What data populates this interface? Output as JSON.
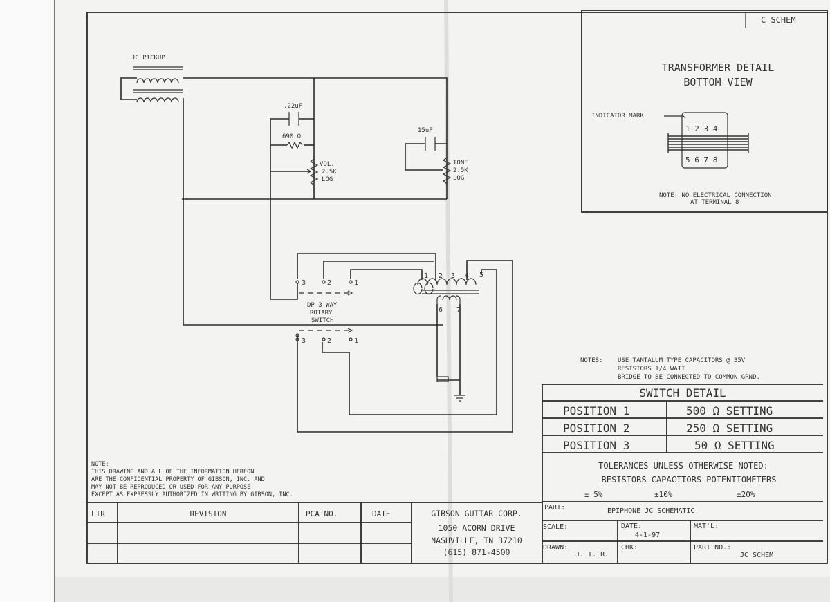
{
  "corner_label": "C SCHEM",
  "pickup": {
    "label": "JC PICKUP"
  },
  "components": {
    "cap1": ".22uF",
    "res1": "690 Ω",
    "vol": [
      "VOL.",
      "2.5K",
      "LOG"
    ],
    "cap2": "15uF",
    "tone": [
      "TONE",
      "2.5K",
      "LOG"
    ]
  },
  "switch": {
    "label": [
      "DP 3 WAY",
      "ROTARY",
      "SWITCH"
    ],
    "upper_terminals": [
      "3",
      "2",
      "1"
    ],
    "lower_terminals": [
      "3",
      "2",
      "1"
    ]
  },
  "transformer_terminals": [
    "1",
    "2",
    "3",
    "4",
    "5",
    "6",
    "7"
  ],
  "transformer_detail": {
    "title": [
      "TRANSFORMER DETAIL",
      "BOTTOM VIEW"
    ],
    "indicator": "INDICATOR MARK",
    "top_pins": "1 2 3 4",
    "bottom_pins": "5 6 7 8",
    "note": [
      "NOTE: NO ELECTRICAL CONNECTION",
      "AT TERMINAL 8"
    ]
  },
  "notes": {
    "label": "NOTES:",
    "lines": [
      "USE TANTALUM TYPE CAPACITORS @ 35V",
      "RESISTORS 1/4 WATT",
      "BRIDGE TO BE CONNECTED TO COMMON GRND."
    ]
  },
  "switch_detail": {
    "title": "SWITCH DETAIL",
    "rows": [
      {
        "position": "POSITION 1",
        "setting": "500 Ω SETTING"
      },
      {
        "position": "POSITION 2",
        "setting": "250 Ω SETTING"
      },
      {
        "position": "POSITION 3",
        "setting": "50 Ω SETTING"
      }
    ]
  },
  "tolerances": {
    "title": "TOLERANCES UNLESS OTHERWISE NOTED:",
    "headers": "RESISTORS  CAPACITORS  POTENTIOMETERS",
    "values": [
      "± 5%",
      "±10%",
      "±20%"
    ]
  },
  "title_block": {
    "part_label": "PART:",
    "part": "EPIPHONE JC SCHEMATIC",
    "scale_label": "SCALE:",
    "date_label": "DATE:",
    "date": "4-1-97",
    "matl_label": "MAT'L:",
    "drawn_label": "DRAWN:",
    "drawn": "J. T. R.",
    "chk_label": "CHK:",
    "partno_label": "PART NO.:",
    "partno": "JC SCHEM"
  },
  "confidential": {
    "label": "NOTE:",
    "lines": [
      "THIS DRAWING AND ALL OF THE INFORMATION HEREON",
      "ARE THE CONFIDENTIAL PROPERTY OF GIBSON, INC. AND",
      "MAY NOT BE REPRODUCED OR USED FOR ANY PURPOSE",
      "EXCEPT AS EXPRESSLY AUTHORIZED IN WRITING BY GIBSON, INC."
    ]
  },
  "revision_table": {
    "headers": [
      "LTR",
      "REVISION",
      "PCA NO.",
      "DATE"
    ]
  },
  "company": [
    "GIBSON GUITAR CORP.",
    "1050 ACORN DRIVE",
    "NASHVILLE, TN 37210",
    "(615) 871-4500"
  ]
}
